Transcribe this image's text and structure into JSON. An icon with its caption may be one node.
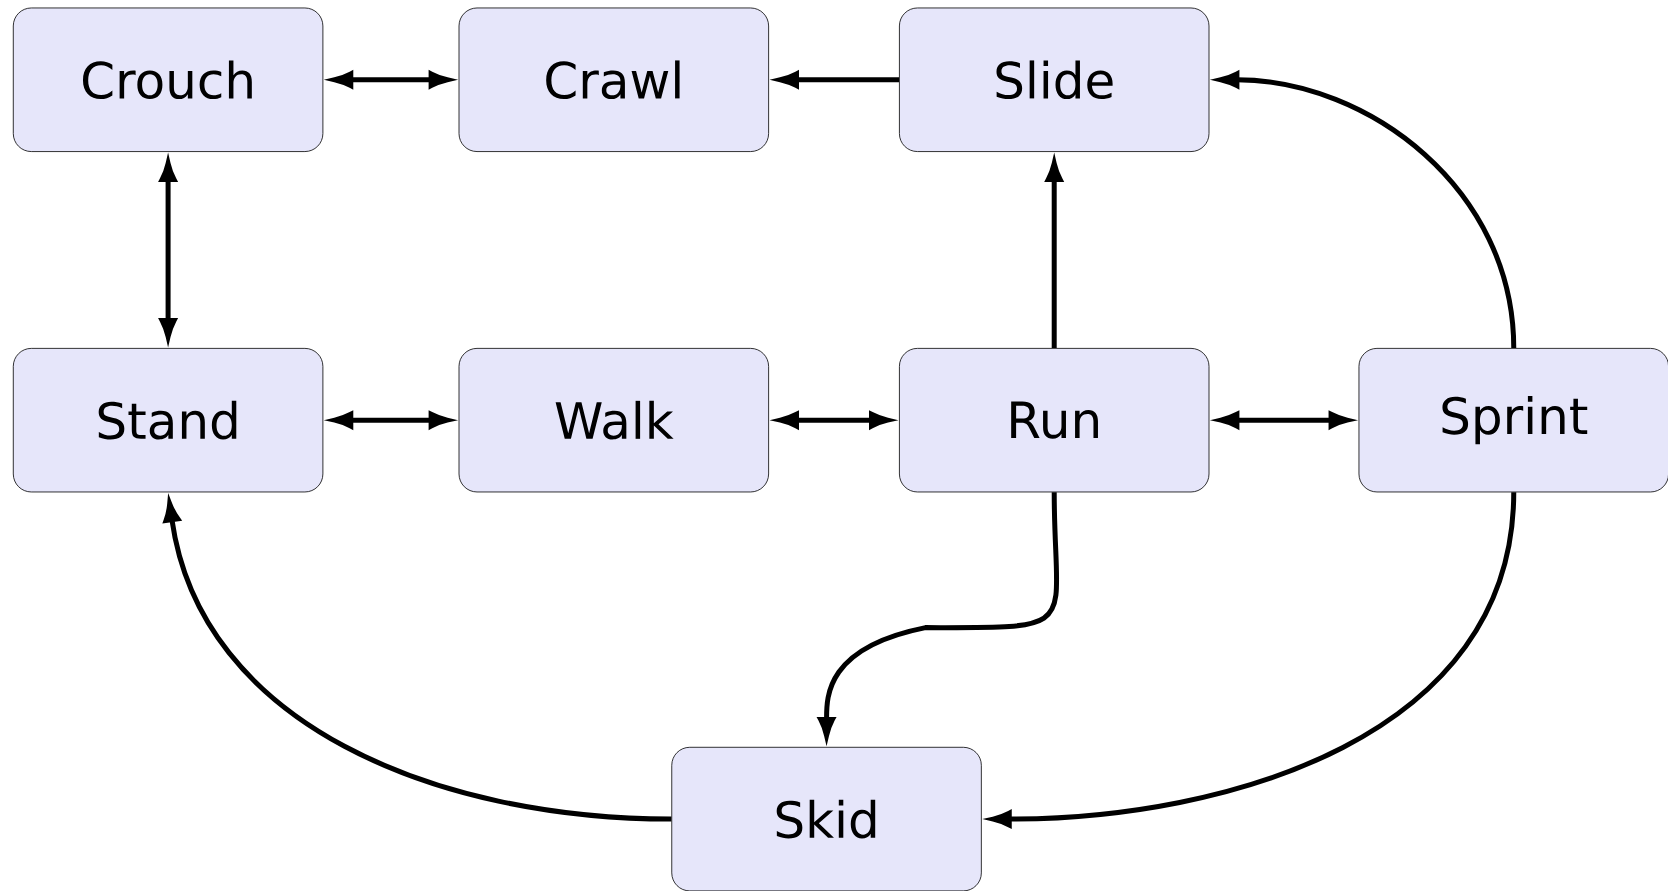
{
  "diagram": {
    "nodes": [
      {
        "text": [
          "Crouch"
        ]
      },
      {
        "text": [
          "Crawl"
        ]
      },
      {
        "text": [
          "Slide"
        ]
      },
      {
        "text": [
          "Stand"
        ]
      },
      {
        "text": [
          "Walk"
        ]
      },
      {
        "text": [
          "Run"
        ]
      },
      {
        "text": [
          "Sprint"
        ]
      },
      {
        "text": [
          "Skid"
        ]
      }
    ],
    "edges": [
      {
        "from": 0,
        "to": 1,
        "arrow": "both"
      },
      {
        "from": 2,
        "to": 1,
        "arrow": "to"
      },
      {
        "from": 0,
        "to": 3,
        "arrow": "both"
      },
      {
        "from": 3,
        "to": 4,
        "arrow": "both"
      },
      {
        "from": 4,
        "to": 5,
        "arrow": "both"
      },
      {
        "from": 5,
        "to": 6,
        "arrow": "both"
      },
      {
        "from": 5,
        "to": 2,
        "arrow": "to"
      },
      {
        "from": 6,
        "to": 2,
        "arrow": "to"
      },
      {
        "from": 5,
        "to": 7,
        "arrow": "to"
      },
      {
        "from": 6,
        "to": 7,
        "arrow": "to"
      },
      {
        "from": 7,
        "to": 3,
        "arrow": "to"
      }
    ]
  }
}
